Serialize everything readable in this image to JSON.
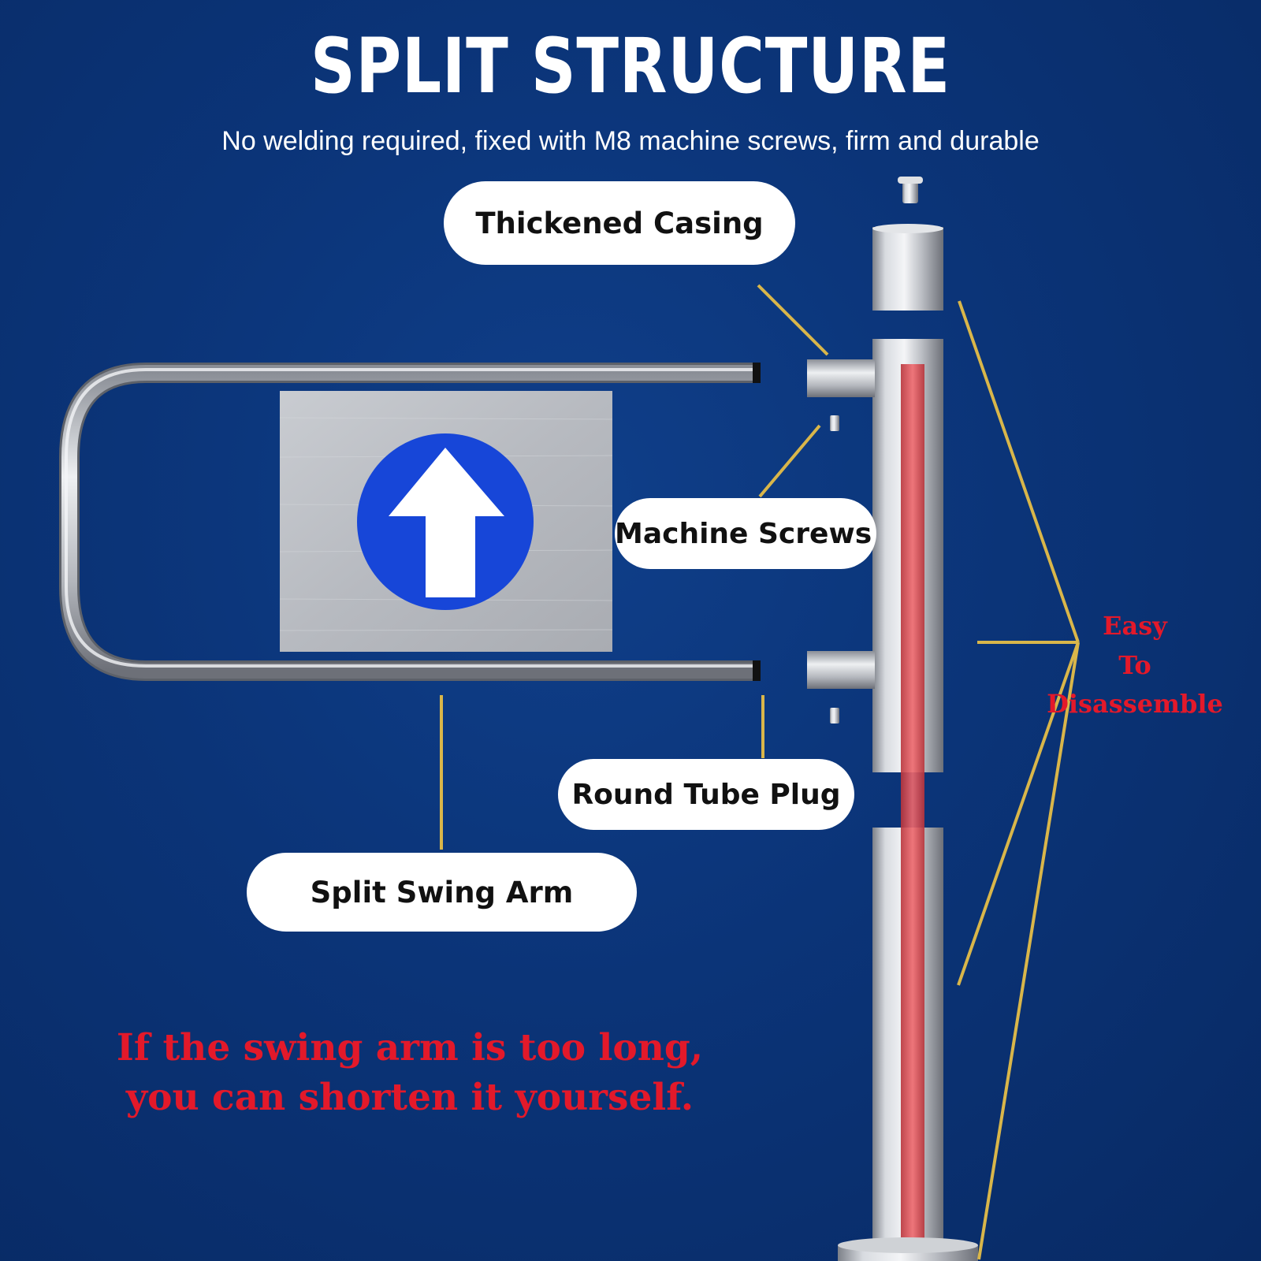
{
  "title": "SPLIT STRUCTURE",
  "subtitle": "No welding required, fixed with M8 machine screws, firm and durable",
  "callouts": {
    "thickened_casing": "Thickened Casing",
    "machine_screws": "Machine Screws",
    "round_tube_plug": "Round Tube Plug",
    "split_swing_arm": "Split Swing Arm"
  },
  "side_note": [
    "Easy",
    "To",
    "Disassemble"
  ],
  "bottom_note": [
    "If the swing arm is too long,",
    "you can shorten it yourself."
  ],
  "colors": {
    "background": "#0b3478",
    "leader_line": "#d9b64a",
    "accent_red": "#e3192a",
    "sign_blue": "#1746d8"
  },
  "icons": {
    "sign": "up-arrow-icon"
  }
}
